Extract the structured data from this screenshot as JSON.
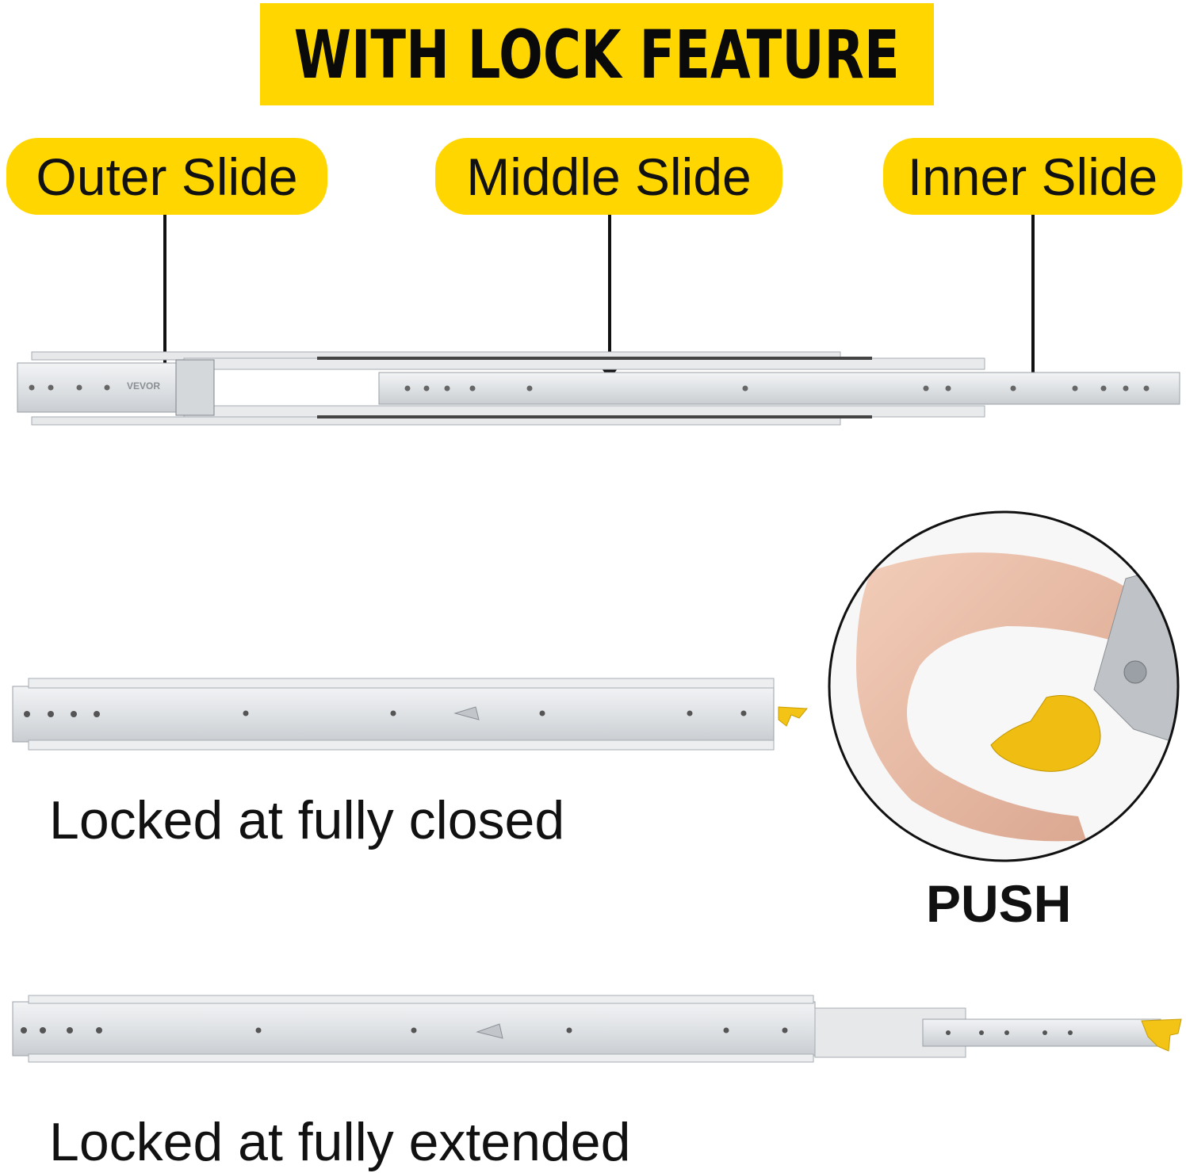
{
  "header": {
    "title": "WITH LOCK FEATURE"
  },
  "labels": {
    "outer": "Outer Slide",
    "middle": "Middle Slide",
    "inner": "Inner Slide"
  },
  "brand": {
    "stamp": "VEVOR"
  },
  "captions": {
    "closed": "Locked at fully closed",
    "extended": "Locked at fully extended"
  },
  "push": {
    "label": "PUSH"
  },
  "colors": {
    "accent": "#ffd600",
    "rail": "#dcdfe2",
    "text": "#111111"
  }
}
